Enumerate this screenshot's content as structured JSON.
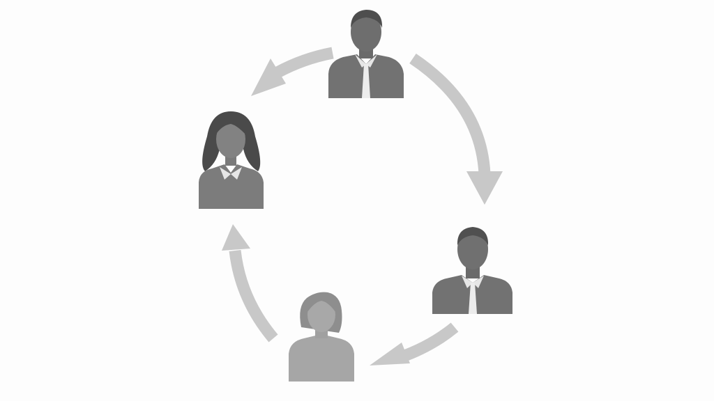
{
  "diagram": {
    "type": "cycle",
    "nodes": [
      {
        "id": "man-with-tie",
        "icon": "man-with-tie-avatar-icon"
      },
      {
        "id": "man-with-tie-2",
        "icon": "man-with-tie-avatar-icon"
      },
      {
        "id": "woman-short-hair",
        "icon": "woman-avatar-icon"
      },
      {
        "id": "woman-long-hair",
        "icon": "woman-avatar-icon"
      }
    ],
    "flow_direction": "clockwise",
    "colors": {
      "background": "#fdfdfd",
      "arrow": "#c8c8c8",
      "person_dark": "#6e6e6e",
      "person_medium": "#7c7c7c",
      "person_light": "#a4a4a4",
      "hair_dark": "#4a4a4a",
      "hair_light": "#8e8e8e",
      "collar": "#ececec"
    }
  }
}
